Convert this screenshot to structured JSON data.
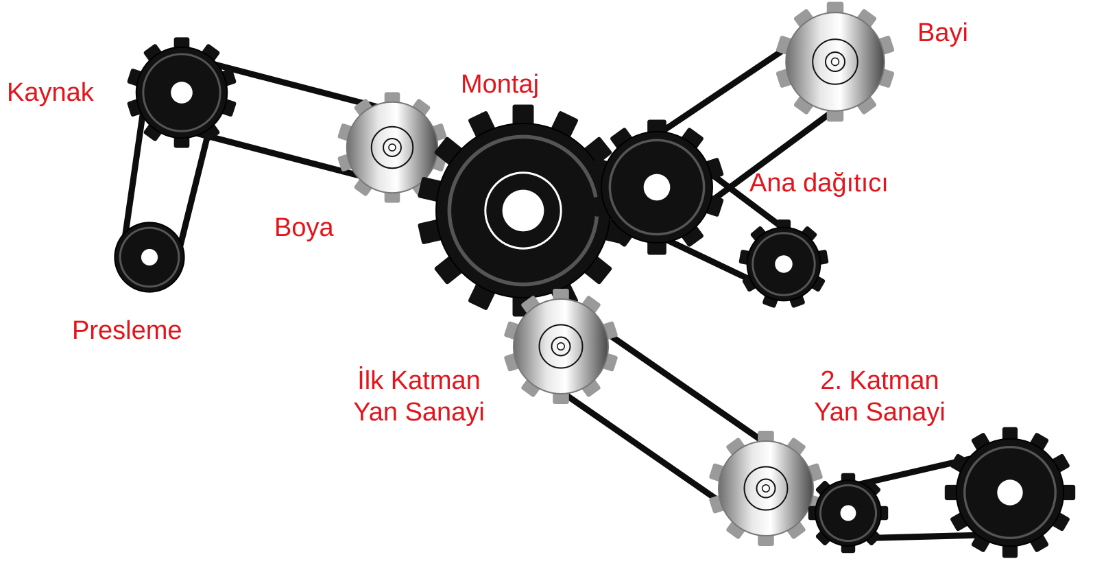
{
  "labels": {
    "kaynak": "Kaynak",
    "montaj": "Montaj",
    "bayi": "Bayi",
    "boya": "Boya",
    "ana_dagitici": "Ana dağıtıcı",
    "presleme": "Presleme",
    "ilk_katman_line1": "İlk Katman",
    "ilk_katman_line2": "Yan Sanayi",
    "ikinci_katman_line1": "2. Katman",
    "ikinci_katman_line2": "Yan Sanayi"
  },
  "colors": {
    "label": "#e3141b",
    "gear_dark": "#111111",
    "gear_silver": "#9a9a9a",
    "belt": "#0d0d0d"
  },
  "gears": [
    {
      "id": "kaynak",
      "style": "dark",
      "label": "Kaynak"
    },
    {
      "id": "presleme",
      "style": "dark",
      "label": "Presleme"
    },
    {
      "id": "boya",
      "style": "silver",
      "label": "Boya"
    },
    {
      "id": "montaj",
      "style": "dark",
      "label": "Montaj"
    },
    {
      "id": "ana-dagitici",
      "style": "dark",
      "label": "Ana dağıtıcı"
    },
    {
      "id": "bayi",
      "style": "silver",
      "label": "Bayi"
    },
    {
      "id": "small-right",
      "style": "dark"
    },
    {
      "id": "ilk-katman",
      "style": "silver",
      "label": "İlk Katman Yan Sanayi"
    },
    {
      "id": "ikinci-katman",
      "style": "silver",
      "label": "2. Katman Yan Sanayi"
    },
    {
      "id": "small-bottom",
      "style": "dark"
    },
    {
      "id": "large-bottom",
      "style": "dark"
    }
  ],
  "belts": [
    {
      "from": "kaynak",
      "to": "presleme"
    },
    {
      "from": "kaynak",
      "to": "boya"
    },
    {
      "from": "ana-dagitici",
      "to": "bayi"
    },
    {
      "from": "ana-dagitici",
      "to": "small-right"
    },
    {
      "from": "ilk-katman",
      "to": "ikinci-katman"
    },
    {
      "from": "small-bottom",
      "to": "large-bottom"
    }
  ]
}
